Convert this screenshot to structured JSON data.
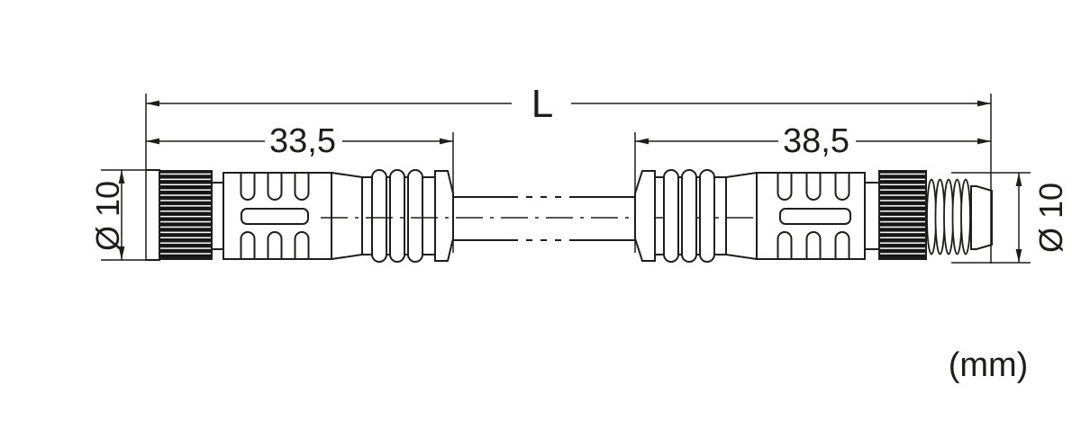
{
  "drawing": {
    "labels": {
      "total_length": "L",
      "left_connector_length": "33,5",
      "right_connector_length": "38,5",
      "left_diameter": "Ø 10",
      "right_diameter": "Ø 10",
      "unit_note": "(mm)"
    },
    "colors": {
      "line": "#1d1d1b",
      "background": "#ffffff",
      "knurl_fill": "#161616"
    }
  }
}
